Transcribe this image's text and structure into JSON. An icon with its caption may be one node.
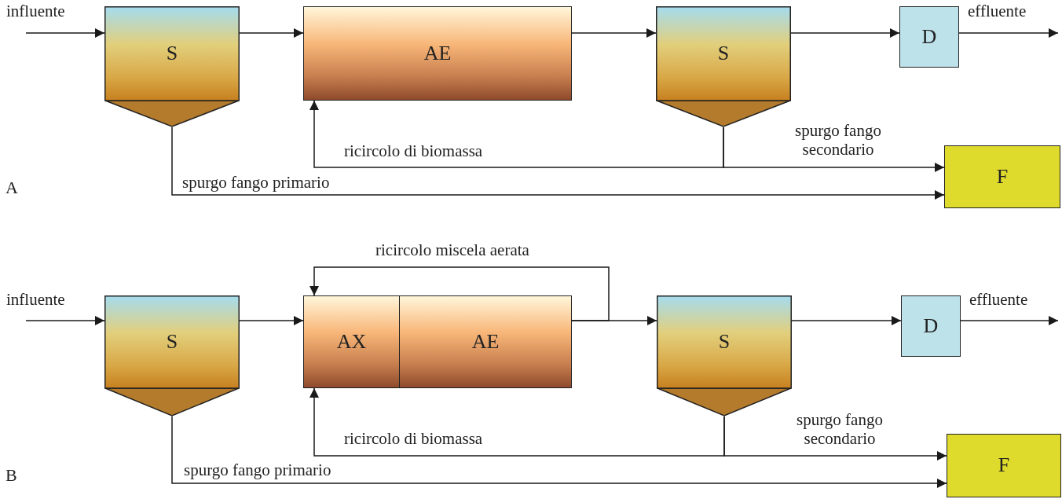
{
  "diagram": {
    "nodes": [
      {
        "text": [
          "S"
        ]
      },
      {
        "text": [
          "AE"
        ]
      },
      {
        "text": [
          "S"
        ]
      },
      {
        "text": [
          "D"
        ]
      },
      {
        "text": [
          "F"
        ]
      },
      {
        "text": [
          "S"
        ]
      },
      {
        "text": [
          "AX"
        ]
      },
      {
        "text": [
          "AE"
        ]
      },
      {
        "text": [
          "S"
        ]
      },
      {
        "text": [
          "D"
        ]
      },
      {
        "text": [
          "F"
        ]
      }
    ],
    "edges": [
      {
        "from": null,
        "to": 0,
        "arrow": "to",
        "label": "influente"
      },
      {
        "from": 0,
        "to": 1,
        "arrow": "to"
      },
      {
        "from": 1,
        "to": 2,
        "arrow": "to"
      },
      {
        "from": 2,
        "to": 3,
        "arrow": "to"
      },
      {
        "from": 3,
        "to": null,
        "arrow": "to",
        "label": "effluente"
      },
      {
        "from": 2,
        "to": 1,
        "arrow": "to",
        "label": "ricircolo di biomassa"
      },
      {
        "from": 2,
        "to": 4,
        "arrow": "to",
        "label": "spurgo fango secondario"
      },
      {
        "from": 0,
        "to": 4,
        "arrow": "to",
        "label": "spurgo fango primario"
      },
      {
        "from": null,
        "to": 5,
        "arrow": "to",
        "label": "influente"
      },
      {
        "from": 5,
        "to": 6,
        "arrow": "to"
      },
      {
        "from": 7,
        "to": 8,
        "arrow": "to"
      },
      {
        "from": 7,
        "to": 6,
        "arrow": "to",
        "label": "ricircolo miscela aerata"
      },
      {
        "from": 8,
        "to": 9,
        "arrow": "to"
      },
      {
        "from": 9,
        "to": null,
        "arrow": "to",
        "label": "effluente"
      },
      {
        "from": 8,
        "to": 6,
        "arrow": "to",
        "label": "ricircolo di biomassa"
      },
      {
        "from": 8,
        "to": 10,
        "arrow": "to",
        "label": "spurgo fango secondario"
      },
      {
        "from": 5,
        "to": 10,
        "arrow": "to",
        "label": "spurgo fango primario"
      }
    ],
    "labels": [
      "A",
      "B"
    ]
  }
}
